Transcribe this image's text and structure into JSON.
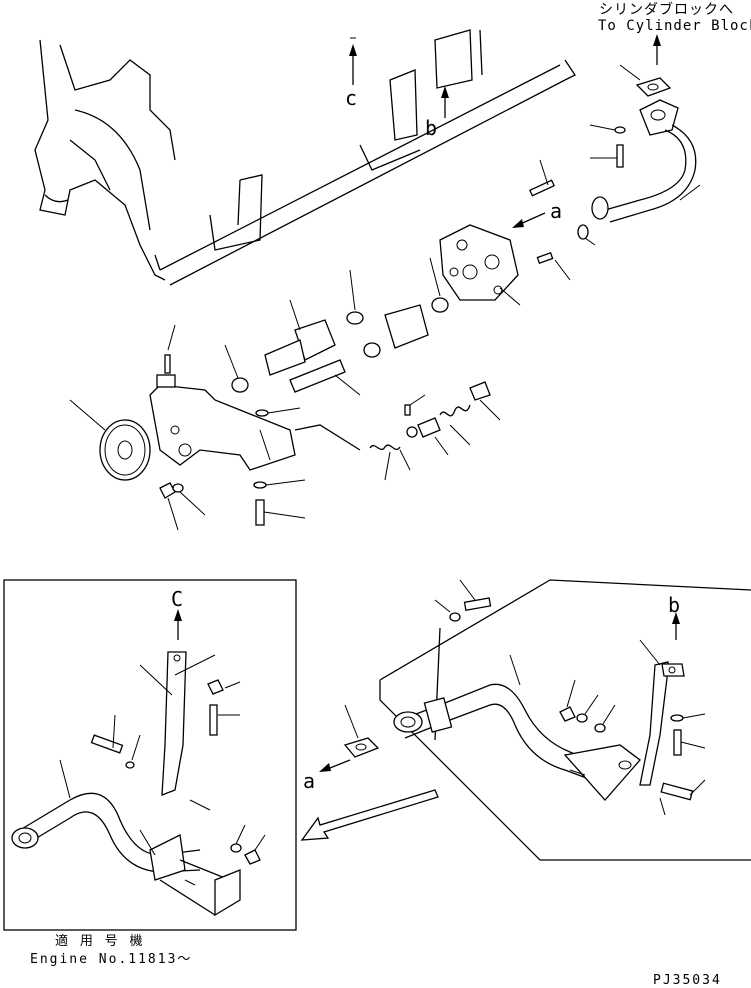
{
  "header": {
    "destination_jp": "シリンダブロックへ",
    "destination_en": "To Cylinder Block"
  },
  "view_markers": {
    "a": "a",
    "b": "b",
    "c": "c",
    "C_upper": "C"
  },
  "inset_left": {
    "applicable_jp": "適 用 号 機",
    "applicable_en": "Engine No.11813～"
  },
  "drawing_code": "PJ35034"
}
